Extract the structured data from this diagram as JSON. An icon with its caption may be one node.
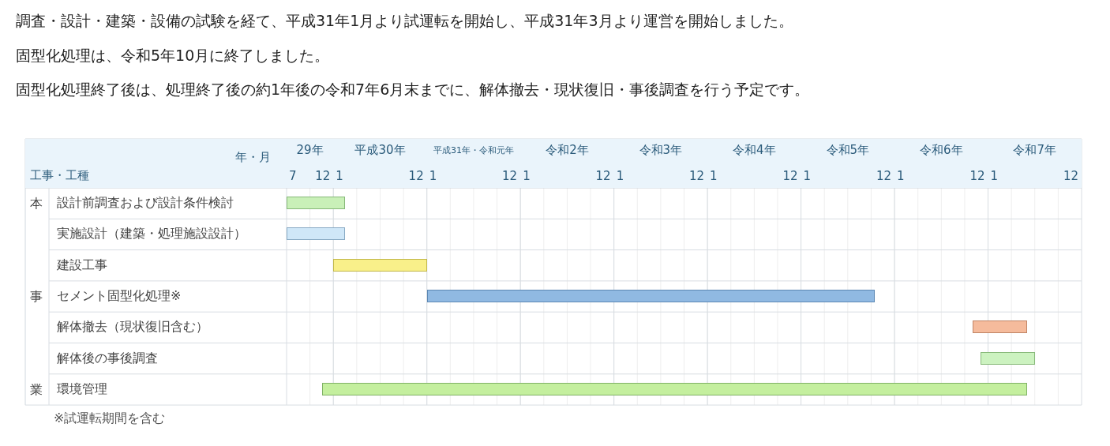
{
  "diagram": {
    "nodes": [
      {
        "text": [],
        "shape": "bar"
      },
      {
        "text": [],
        "shape": "bar"
      },
      {
        "text": [],
        "shape": "bar"
      },
      {
        "text": [],
        "shape": "bar"
      },
      {
        "text": [],
        "shape": "bar"
      },
      {
        "text": [],
        "shape": "bar"
      },
      {
        "text": [],
        "shape": "bar"
      }
    ],
    "labels": [
      "調査・設計・建築・設備の試験を経て、平成31年1月より試運転を開始し、平成31年3月より運営を開始しました。",
      "固型化処理は、令和5年10月に終了しました。",
      "固型化処理終了後は、処理終了後の約1年後の令和7年6月末までに、解体撤去・現状復旧・事後調査を行う予定です。",
      "年・月",
      "工事・工種",
      "29年",
      "平成30年",
      "平成31年・令和元年",
      "令和2年",
      "令和3年",
      "令和4年",
      "令和5年",
      "令和6年",
      "令和7年",
      "7",
      "12",
      "1",
      "12",
      "1",
      "12",
      "1",
      "12",
      "1",
      "12",
      "1",
      "12",
      "1",
      "12",
      "1",
      "12",
      "1",
      "12",
      "本",
      "事",
      "業",
      "設計前調査および設計条件検討",
      "実施設計（建築・処理施設設計）",
      "建設工事",
      "セメント固型化処理※",
      "解体撤去（現状復旧含む）",
      "解体後の事後調査",
      "環境管理",
      "※試運転期間を含む"
    ]
  }
}
